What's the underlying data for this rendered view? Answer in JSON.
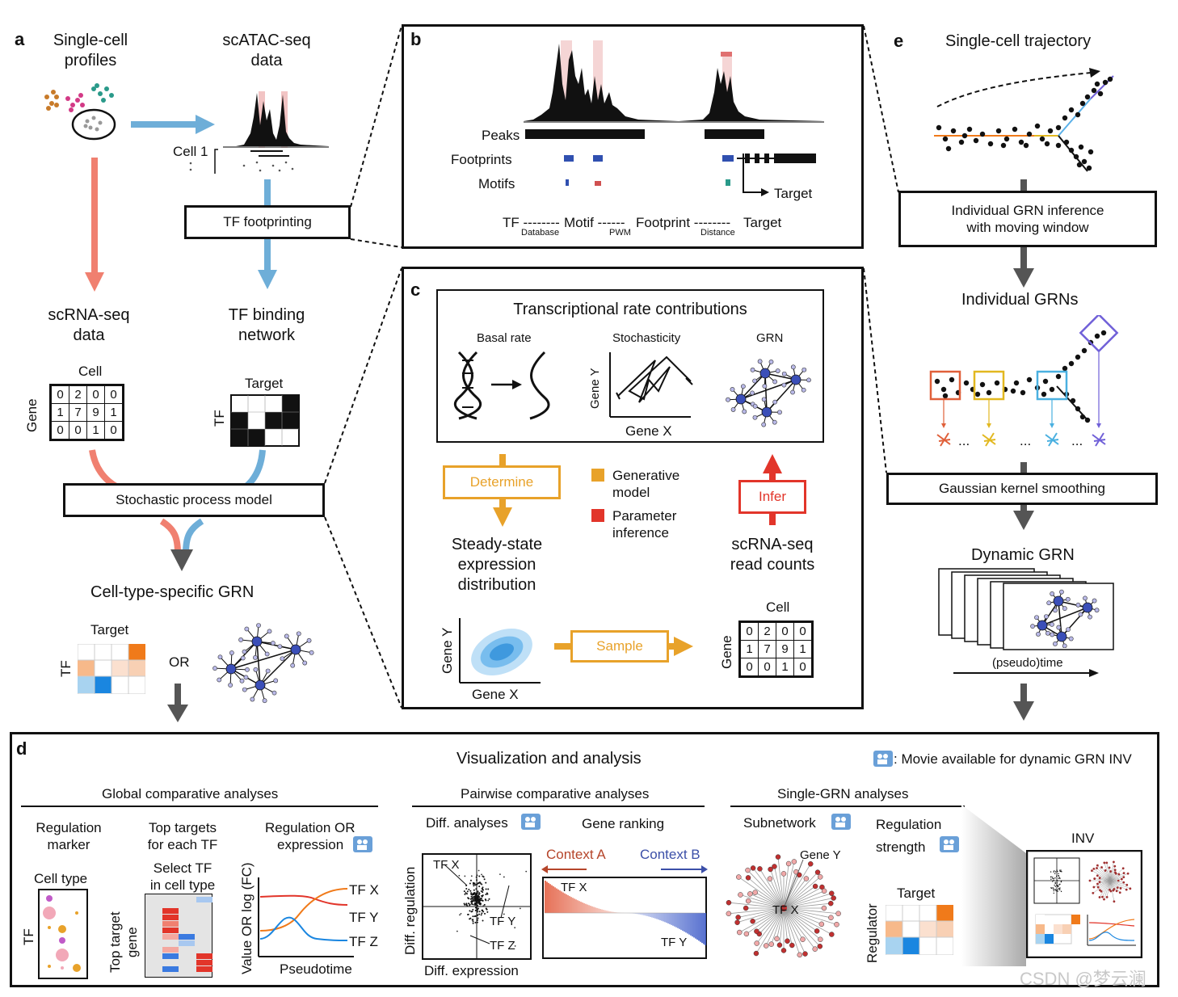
{
  "panel_a": {
    "letter": "a",
    "single_cell_profiles": [
      "Single-cell",
      "profiles"
    ],
    "scatac_title": [
      "scATAC-seq",
      "data"
    ],
    "cell1_label": "Cell 1",
    "tf_footprinting": "TF footprinting",
    "scrna_title": [
      "scRNA-seq",
      "data"
    ],
    "tf_binding_title": [
      "TF binding",
      "network"
    ],
    "cell_matrix_title": "Cell",
    "gene_axis": "Gene",
    "expression_matrix": [
      [
        "0",
        "2",
        "0",
        "0"
      ],
      [
        "1",
        "7",
        "9",
        "1"
      ],
      [
        "0",
        "0",
        "1",
        "0"
      ]
    ],
    "target_label": "Target",
    "tf_axis": "TF",
    "stochastic_model": "Stochastic process model",
    "cell_type_grn": "Cell-type-specific GRN",
    "target_label2": "Target",
    "or_label": "OR"
  },
  "panel_b": {
    "letter": "b",
    "peaks": "Peaks",
    "footprints": "Footprints",
    "motifs": "Motifs",
    "target": "Target",
    "chain": [
      "TF --------",
      "Motif ------",
      "Footprint --------",
      "Target"
    ],
    "chain_sub": [
      "Database",
      "PWM",
      "Distance"
    ]
  },
  "panel_c": {
    "letter": "c",
    "title": "Transcriptional rate contributions",
    "basal_rate": "Basal rate",
    "stochasticity": "Stochasticity",
    "grn": "GRN",
    "gene_y": "Gene Y",
    "gene_x": "Gene X",
    "determine": "Determine",
    "legend_generative": [
      "Generative",
      "model"
    ],
    "legend_parameter": [
      "Parameter",
      "inference"
    ],
    "infer": "Infer",
    "steady_state": [
      "Steady-state",
      "expression",
      "distribution"
    ],
    "read_counts": [
      "scRNA-seq",
      "read counts"
    ],
    "gene_y2": "Gene Y",
    "gene_x2": "Gene X",
    "sample": "Sample",
    "cell_title": "Cell",
    "gene_axis": "Gene",
    "matrix": [
      [
        "0",
        "2",
        "0",
        "0"
      ],
      [
        "1",
        "7",
        "9",
        "1"
      ],
      [
        "0",
        "0",
        "1",
        "0"
      ]
    ],
    "colors": {
      "generative": "#e8a22a",
      "parameter": "#e2352a"
    }
  },
  "panel_e": {
    "letter": "e",
    "trajectory": "Single-cell trajectory",
    "inference": [
      "Individual GRN inference",
      "with moving window"
    ],
    "individual_grns": "Individual GRNs",
    "ellipses": [
      "...",
      "...",
      "..."
    ],
    "smoothing": "Gaussian kernel smoothing",
    "dynamic_grn": "Dynamic GRN",
    "pseudotime": "(pseudo)time"
  },
  "panel_d": {
    "letter": "d",
    "title": "Visualization and analysis",
    "movie_note": ": Movie available for dynamic GRN INV",
    "global": "Global comparative analyses",
    "regulation_marker": [
      "Regulation",
      "marker"
    ],
    "top_targets": [
      "Top targets",
      "for each TF"
    ],
    "regulation_or": [
      "Regulation OR",
      "expression"
    ],
    "cell_type": "Cell type",
    "tf": "TF",
    "select_tf": [
      "Select TF",
      "in cell type"
    ],
    "top_target_gene": [
      "Top target",
      "gene"
    ],
    "value_axis": "Value OR log (FC)",
    "tfx": "TF X",
    "tfy": "TF Y",
    "tfz": "TF Z",
    "pseudotime": "Pseudotime",
    "pairwise": "Pairwise comparative analyses",
    "diff_analyses": "Diff. analyses",
    "gene_ranking": "Gene ranking",
    "diff_regulation": "Diff. regulation",
    "diff_expression": "Diff. expression",
    "context_a": "Context A",
    "context_b": "Context B",
    "single_grn": "Single-GRN analyses",
    "subnetwork": "Subnetwork",
    "regulation_strength": [
      "Regulation",
      "strength"
    ],
    "gene_y": "Gene Y",
    "tf_x_center": "TF X",
    "target": "Target",
    "regulator": "Regulator",
    "inv": "INV",
    "watermark": "CSDN @梦云澜",
    "colors": {
      "context_a": "#b5452a",
      "context_b": "#3b4fa8"
    }
  }
}
